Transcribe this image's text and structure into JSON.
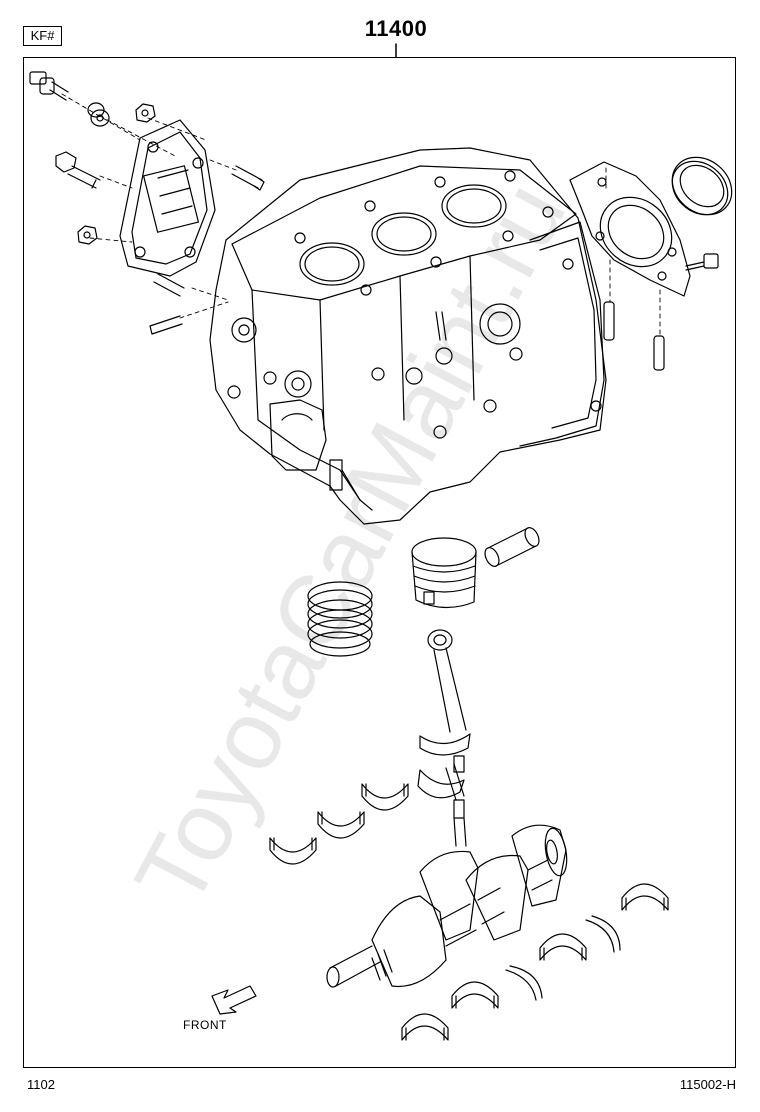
{
  "header": {
    "tag": "KF#",
    "group_number": "11400"
  },
  "footer": {
    "left_code": "1102",
    "right_code": "115002-H"
  },
  "diagram": {
    "direction_label": "FRONT",
    "watermark": "ToyotaCarMaint.ru"
  },
  "colors": {
    "line": "#000000",
    "background": "#ffffff",
    "watermark": "#e6e6e6"
  }
}
